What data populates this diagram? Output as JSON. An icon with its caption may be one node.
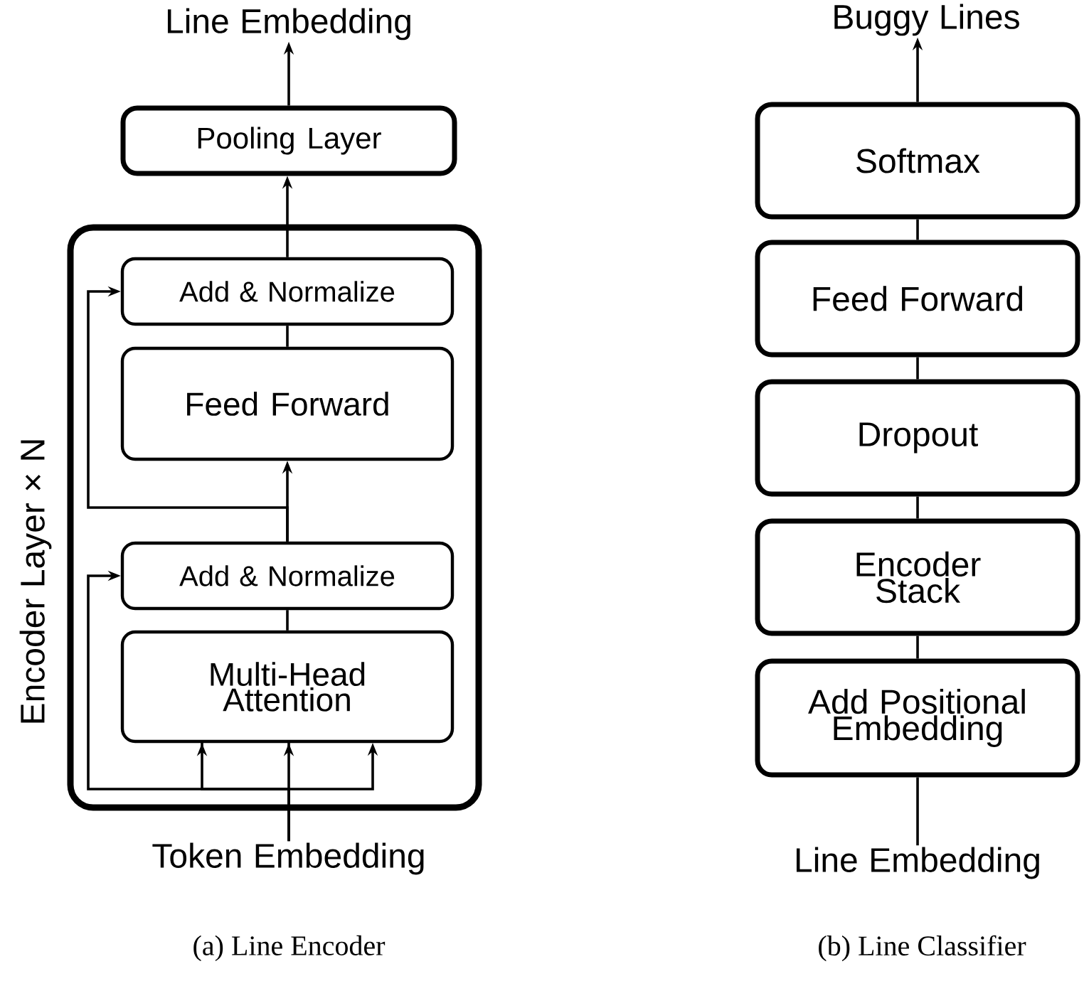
{
  "diagram": {
    "nodes": [
      {
        "text": [
          "Line Embedding"
        ]
      },
      {
        "text": [
          "Pooling Layer"
        ]
      },
      {
        "text": [
          "Encoder Layer × N"
        ]
      },
      {
        "text": [
          "Add & Normalize"
        ],
        "in": 2
      },
      {
        "text": [
          "Feed Forward"
        ],
        "in": 2
      },
      {
        "text": [
          "Add & Normalize"
        ],
        "in": 2
      },
      {
        "text": [
          "Multi-Head Attention"
        ],
        "in": 2
      },
      {
        "text": [
          "Token Embedding"
        ]
      },
      {
        "text": [
          "Buggy Lines"
        ]
      },
      {
        "text": [
          "Softmax"
        ]
      },
      {
        "text": [
          "Feed Forward"
        ]
      },
      {
        "text": [
          "Dropout"
        ]
      },
      {
        "text": [
          "Encoder Stack"
        ]
      },
      {
        "text": [
          "Add Positional Embedding"
        ]
      },
      {
        "text": [
          "Line Embedding"
        ]
      }
    ],
    "edges": [
      {
        "from": 1,
        "to": 0,
        "arrow": "to"
      },
      {
        "from": 3,
        "to": 1,
        "arrow": "to"
      },
      {
        "from": 4,
        "to": 3,
        "arrow": "none"
      },
      {
        "from": 5,
        "to": 4,
        "arrow": "to"
      },
      {
        "from": 5,
        "to": 3,
        "arrow": "to"
      },
      {
        "from": 6,
        "to": 5,
        "arrow": "none"
      },
      {
        "from": 7,
        "to": 6,
        "arrow": "to"
      },
      {
        "from": 7,
        "to": 5,
        "arrow": "to"
      },
      {
        "from": 9,
        "to": 8,
        "arrow": "to"
      },
      {
        "from": 10,
        "to": 9,
        "arrow": "none"
      },
      {
        "from": 11,
        "to": 10,
        "arrow": "none"
      },
      {
        "from": 12,
        "to": 11,
        "arrow": "none"
      },
      {
        "from": 13,
        "to": 12,
        "arrow": "none"
      },
      {
        "from": 14,
        "to": 13,
        "arrow": "none"
      }
    ],
    "labels": [
      "(a) Line Encoder",
      "(b) Line Classifier"
    ]
  }
}
